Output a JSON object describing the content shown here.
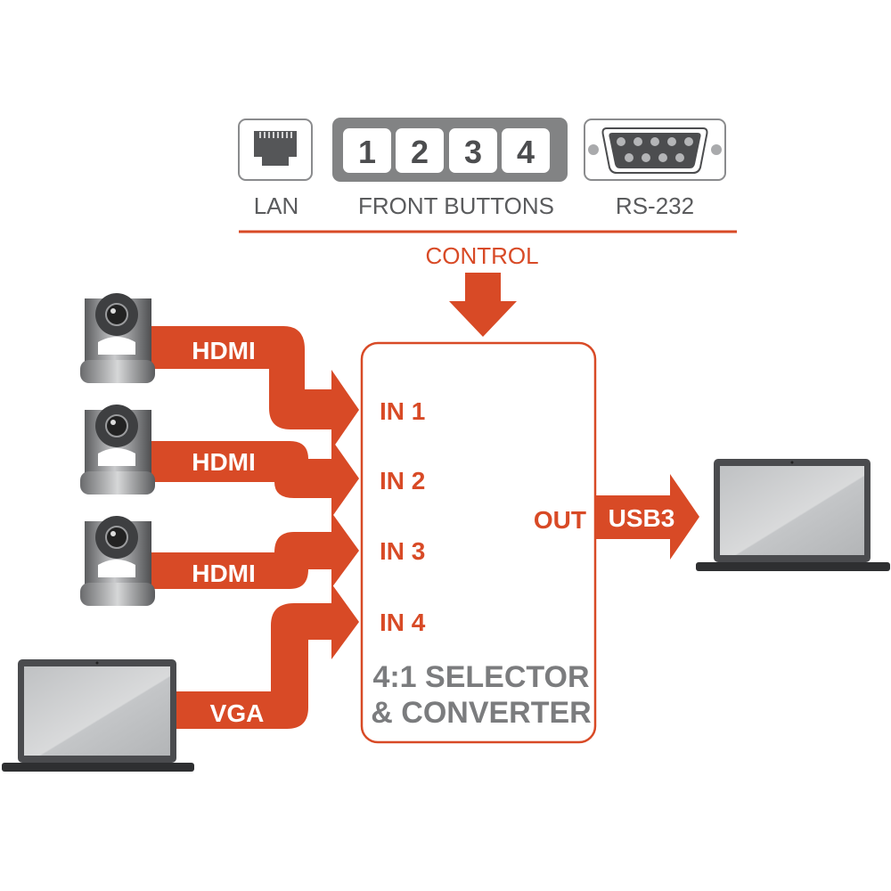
{
  "colors": {
    "accent": "#d84a26",
    "gray_text": "#5a5b5d",
    "title_gray": "#7b7c7e",
    "button_panel": "#828384",
    "box_border": "#d84a26"
  },
  "control_panel": {
    "lan_label": "LAN",
    "front_buttons_label": "FRONT BUTTONS",
    "front_buttons": [
      "1",
      "2",
      "3",
      "4"
    ],
    "rs232_label": "RS-232",
    "control_label": "CONTROL"
  },
  "selector": {
    "inputs": [
      "IN 1",
      "IN 2",
      "IN 3",
      "IN 4"
    ],
    "output_label": "OUT",
    "title_line1": "4:1 SELECTOR",
    "title_line2": "& CONVERTER"
  },
  "sources": [
    {
      "device": "ptz-camera",
      "connection": "HDMI"
    },
    {
      "device": "ptz-camera",
      "connection": "HDMI"
    },
    {
      "device": "ptz-camera",
      "connection": "HDMI"
    },
    {
      "device": "laptop",
      "connection": "VGA"
    }
  ],
  "output": {
    "device": "laptop",
    "connection": "USB3"
  }
}
